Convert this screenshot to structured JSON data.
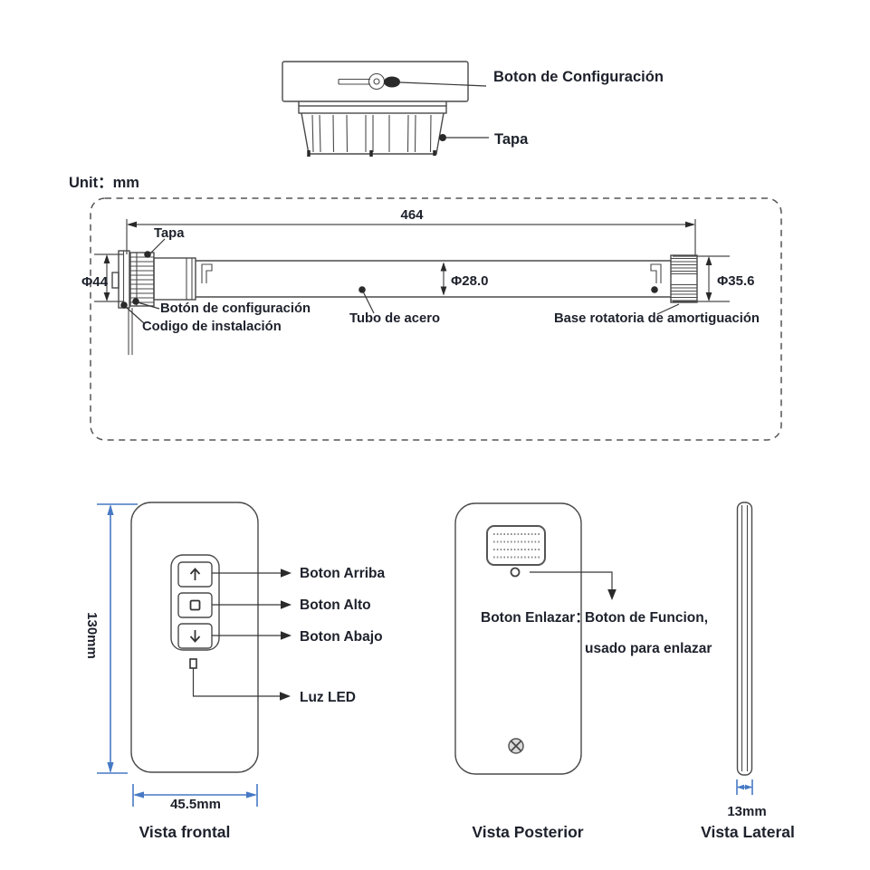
{
  "page": {
    "unit_label": "Unit：mm"
  },
  "colors": {
    "accent_blue": "#4779c4",
    "ink": "#1d212b",
    "line_gray": "#4a4a4a"
  },
  "top_view": {
    "config_label": "Boton de Configuración",
    "cap_label": "Tapa"
  },
  "tube": {
    "length": "464",
    "dia_head": "Φ44",
    "dia_tube": "Φ28.0",
    "dia_base": "Φ35.6",
    "cap": "Tapa",
    "config": "Botón de configuración",
    "code": "Codigo de instalación",
    "steel": "Tubo de acero",
    "base": "Base rotatoria de amortiguación"
  },
  "front": {
    "height_dim": "130mm",
    "width_dim": "45.5mm",
    "caption": "Vista frontal",
    "up": "Boton Arriba",
    "stop": "Boton Alto",
    "down": "Boton Abajo",
    "led": "Luz LED"
  },
  "back": {
    "caption": "Vista Posterior",
    "pair_label": "Boton Enlazar：",
    "pair_desc_1": "Boton de Funcion,",
    "pair_desc_2": "usado para enlazar"
  },
  "side": {
    "caption": "Vista Lateral",
    "depth_dim": "13mm"
  }
}
